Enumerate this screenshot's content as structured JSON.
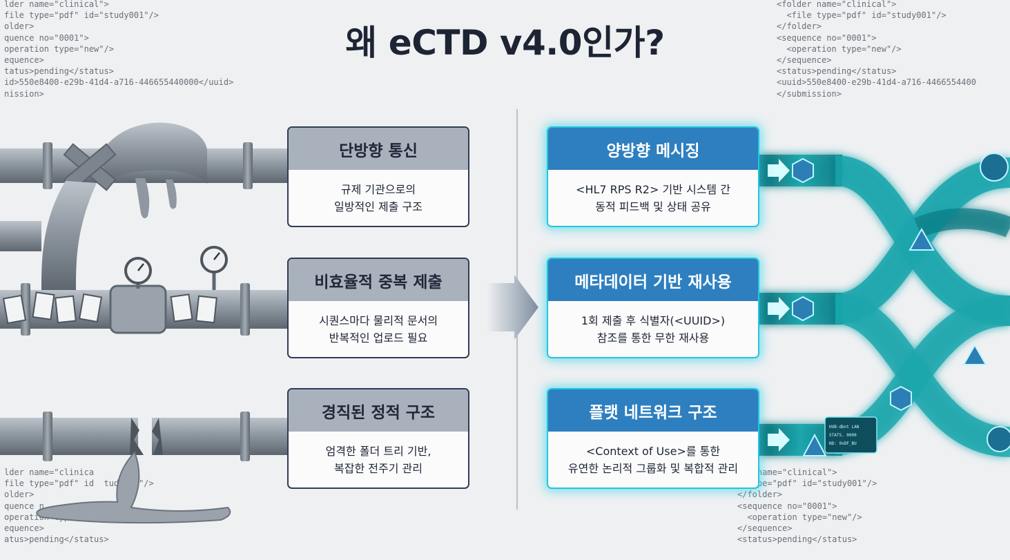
{
  "title": "왜 eCTD v4.0인가?",
  "code_snippets": {
    "top_left": [
      "lder name=\"clinical\">",
      "file type=\"pdf\" id=\"study001\"/>",
      "older>",
      "quence no=\"0001\">",
      "operation type=\"new\"/>",
      "equence>",
      "tatus>pending</status>",
      "id>550e8400-e29b-41d4-a716-446655440000</uuid>",
      "nission>"
    ],
    "top_right": [
      "<folder name=\"clinical\">",
      "  <file type=\"pdf\" id=\"study001\"/>",
      "</folder>",
      "<sequence no=\"0001\">",
      "  <operation type=\"new\"/>",
      "</sequence>",
      "<status>pending</status>",
      "<uuid>550e8400-e29b-41d4-a716-4466554400",
      "</submission>"
    ],
    "bottom_left": [
      "lder name=\"clinica",
      "file type=\"pdf\" id  tudy001\"/>",
      "older>",
      "quence n",
      "operation type",
      "equence>",
      "atus>pending</status>"
    ],
    "bottom_right": [
      "ler name=\"clinical\">",
      "  type=\"pdf\" id=\"study001\"/>",
      "</folder>",
      "<sequence no=\"0001\">",
      "  <operation type=\"new\"/>",
      "</sequence>",
      "<status>pending</status>"
    ]
  },
  "left_cards": [
    {
      "heading": "단방향 통신",
      "line1": "규제 기관으로의",
      "line2": "일방적인 제출 구조"
    },
    {
      "heading": "비효율적 중복 제출",
      "line1": "시퀀스마다 물리적 문서의",
      "line2": "반복적인 업로드 필요"
    },
    {
      "heading": "경직된 정적 구조",
      "line1": "엄격한 폴더 트리 기반,",
      "line2": "복잡한 전주기 관리"
    }
  ],
  "right_cards": [
    {
      "heading": "양방향 메시징",
      "line1": "<HL7 RPS R2> 기반 시스템 간",
      "line2": "동적 피드백 및 상태 공유"
    },
    {
      "heading": "메타데이터 기반 재사용",
      "line1": "1회 제출 후 식별자(<UUID>)",
      "line2": "참조를 통한 무한 재사용"
    },
    {
      "heading": "플랫 네트워크 구조",
      "line1": "<Context of Use>를 통한",
      "line2": "유연한 논리적 그룹화 및 복합적 관리"
    }
  ],
  "panel_label": [
    "HUB-dbnt LAN",
    "STATS. 0000",
    "ND: 0xDF_BU"
  ],
  "colors": {
    "background": "#eef0f2",
    "legacy_header": "#a9b1bd",
    "legacy_border": "#2f3c54",
    "modern_header": "#2e7fbf",
    "modern_glow": "#23c6e0",
    "pipe_gray": "#8d959e",
    "conduit_teal": "#1aa6ad"
  }
}
